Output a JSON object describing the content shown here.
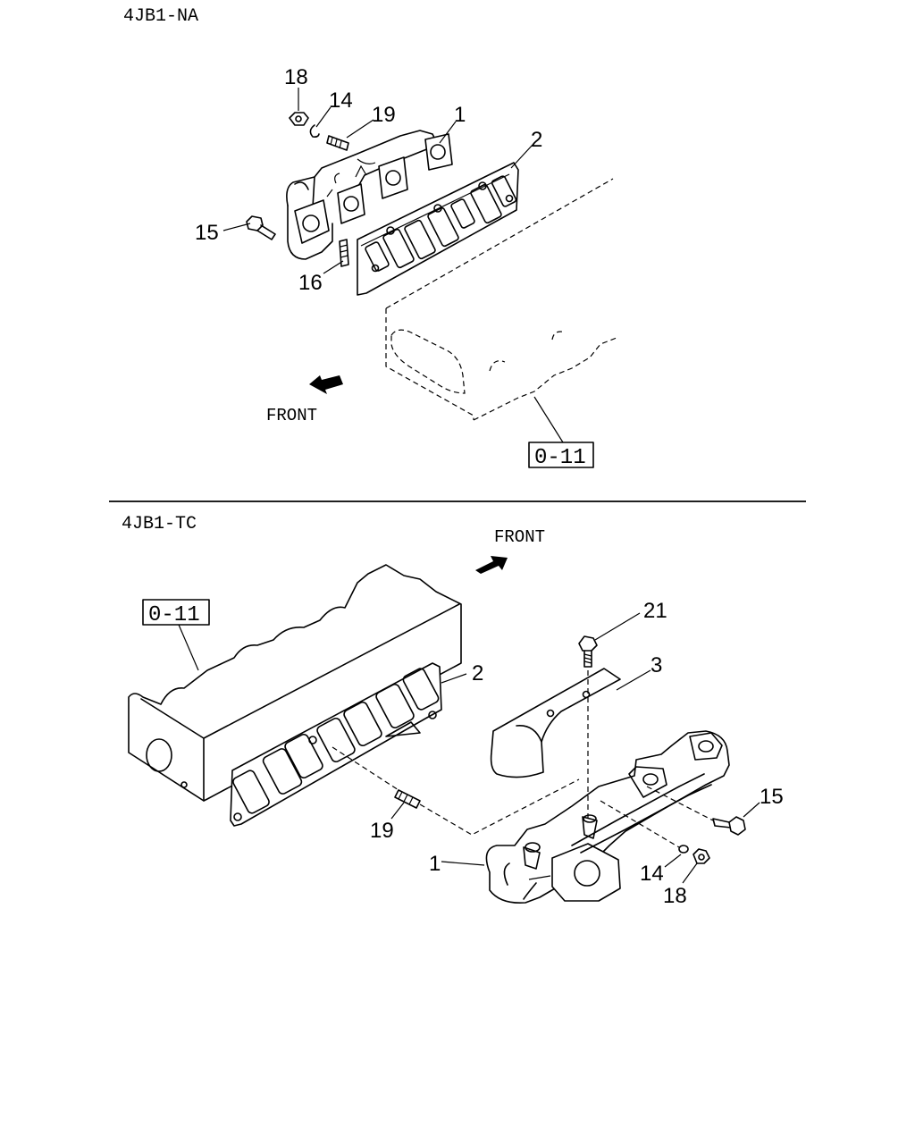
{
  "top": {
    "title": "4JB1-NA",
    "front_label": "FRONT",
    "ref_box": "0-11",
    "callouts": {
      "c18": "18",
      "c14": "14",
      "c19": "19",
      "c1": "1",
      "c2": "2",
      "c15": "15",
      "c16": "16"
    }
  },
  "bottom": {
    "title": "4JB1-TC",
    "front_label": "FRONT",
    "ref_box": "0-11",
    "callouts": {
      "c21": "21",
      "c3": "3",
      "c2": "2",
      "c15": "15",
      "c19": "19",
      "c1": "1",
      "c14": "14",
      "c18": "18"
    }
  }
}
